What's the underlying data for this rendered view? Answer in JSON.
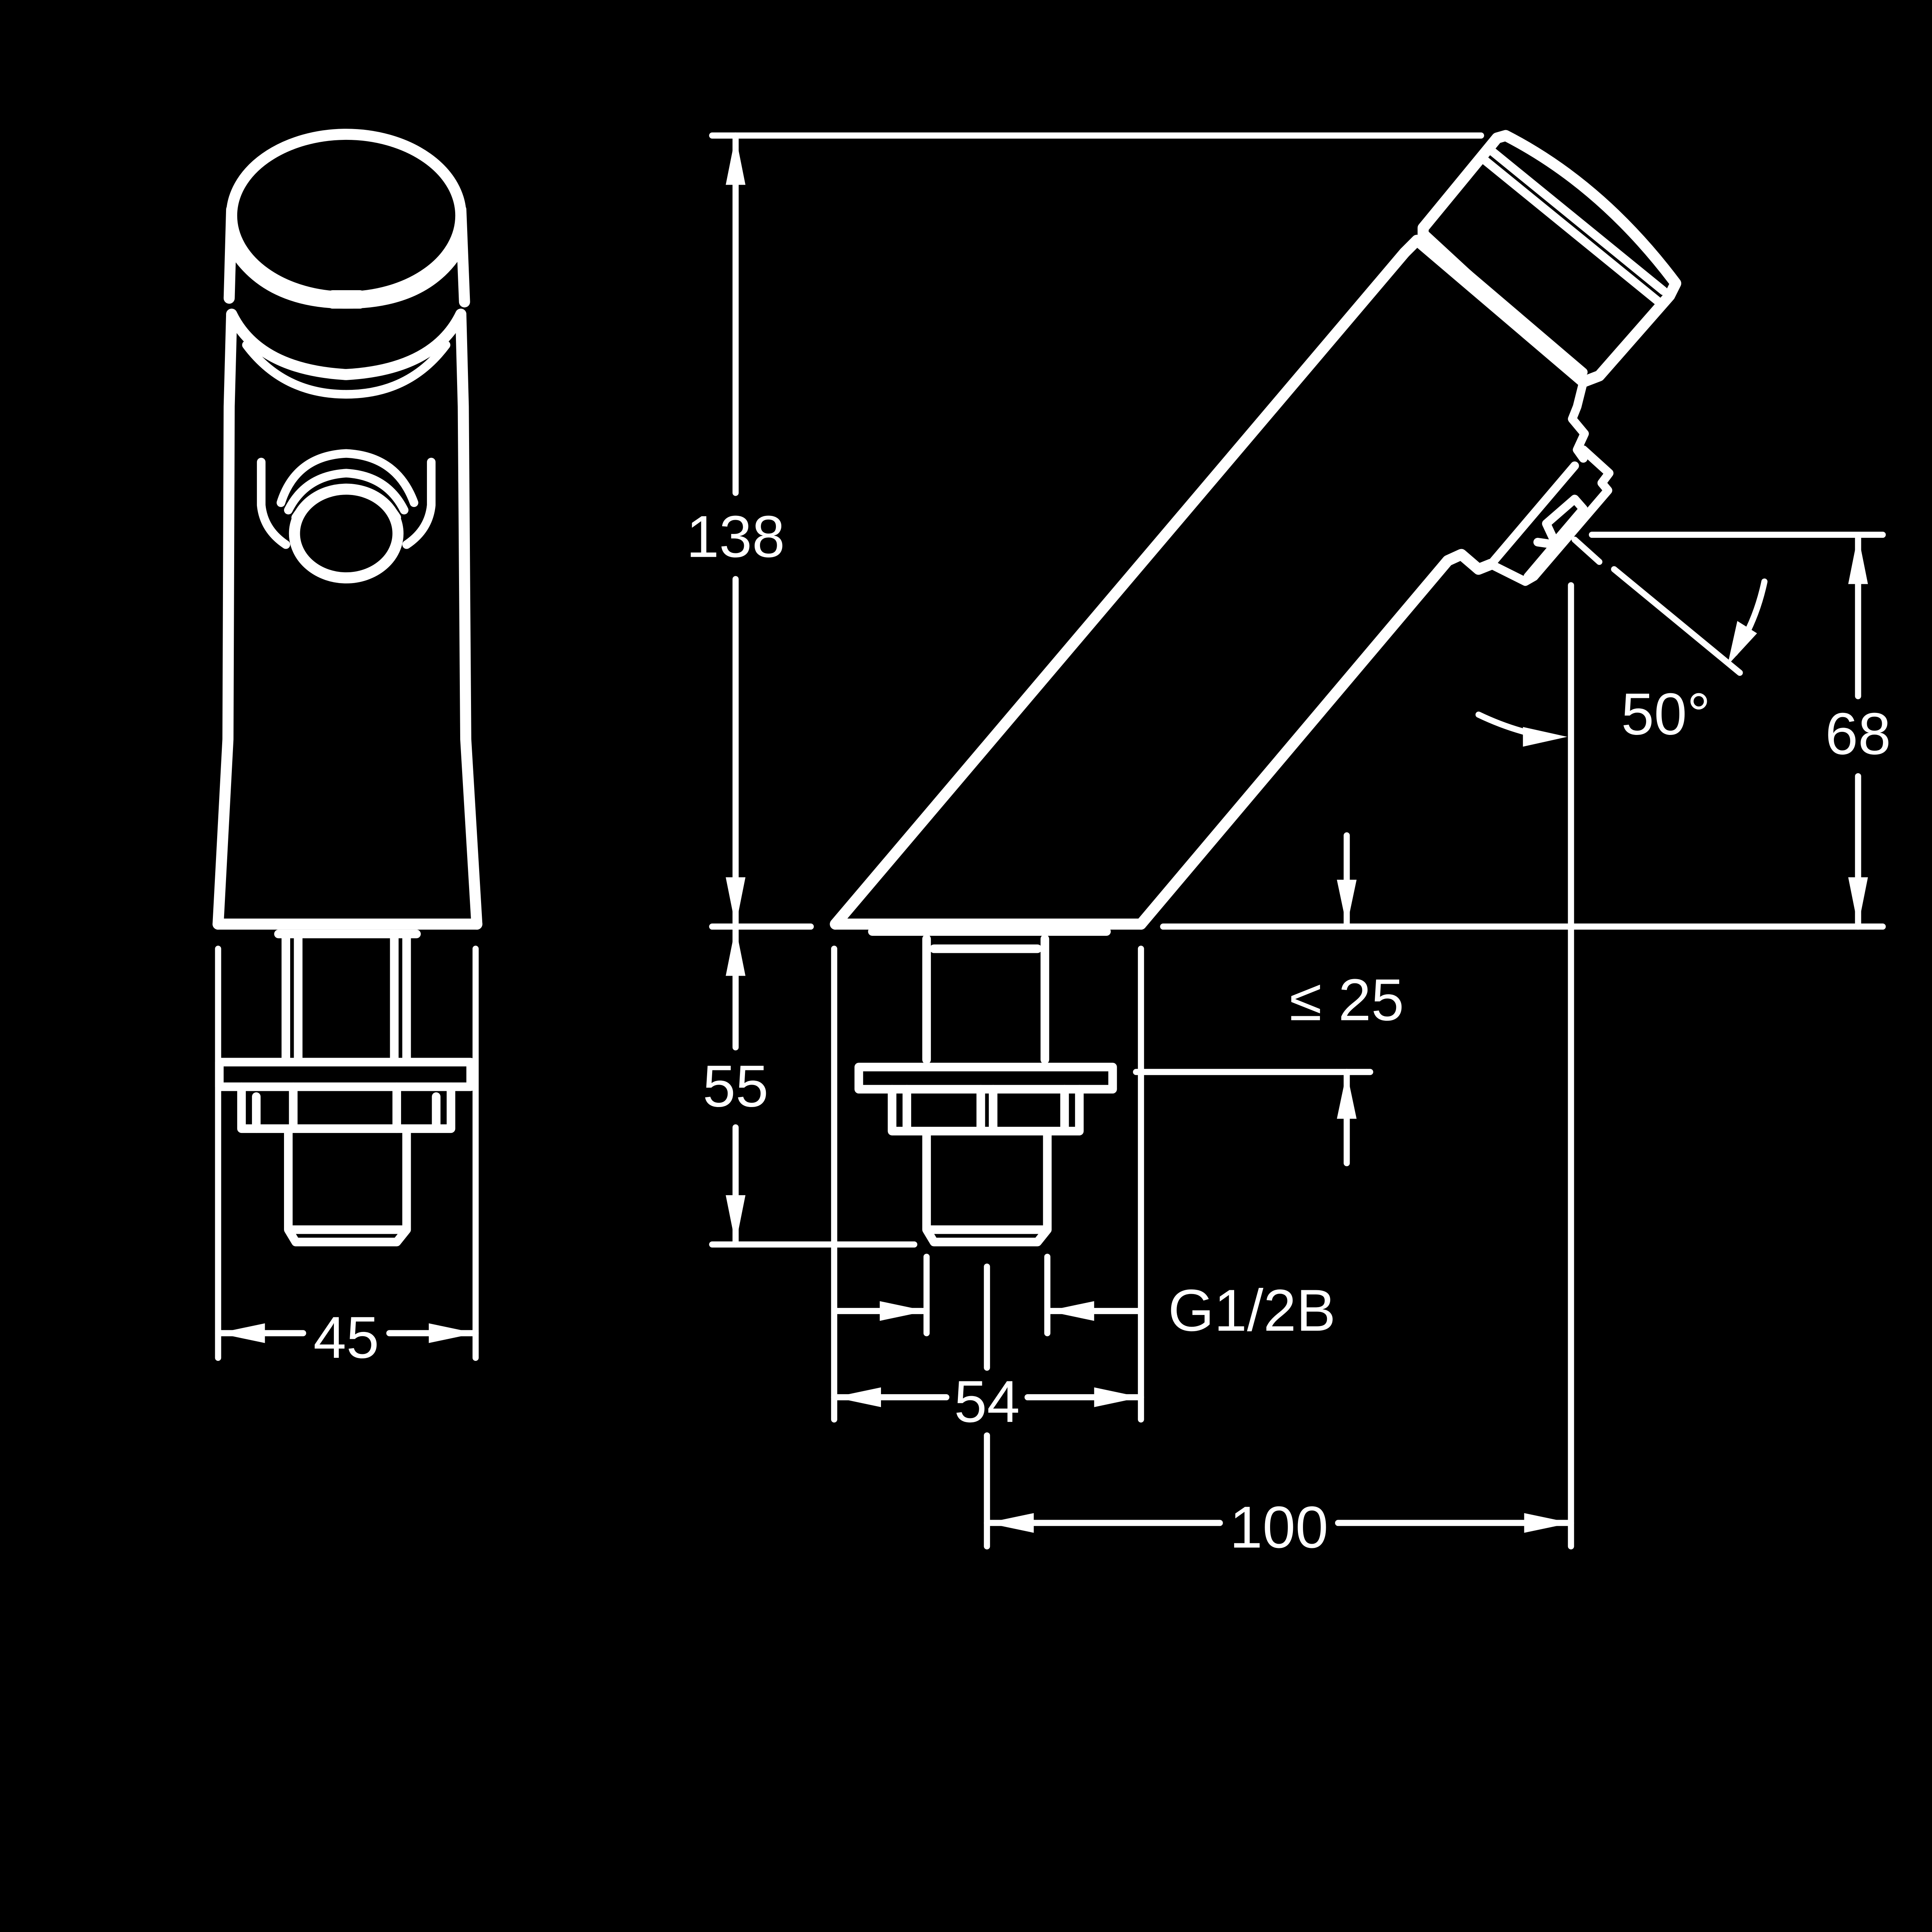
{
  "colors": {
    "background": "#000000",
    "line": "#ffffff"
  },
  "dimensions": {
    "width_front": "45",
    "height_total": "138",
    "height_shank": "55",
    "outlet_height": "68",
    "angle": "50°",
    "deck_thickness": "≤ 25",
    "thread": "G1/2B",
    "base_width_side": "54",
    "projection": "100"
  }
}
